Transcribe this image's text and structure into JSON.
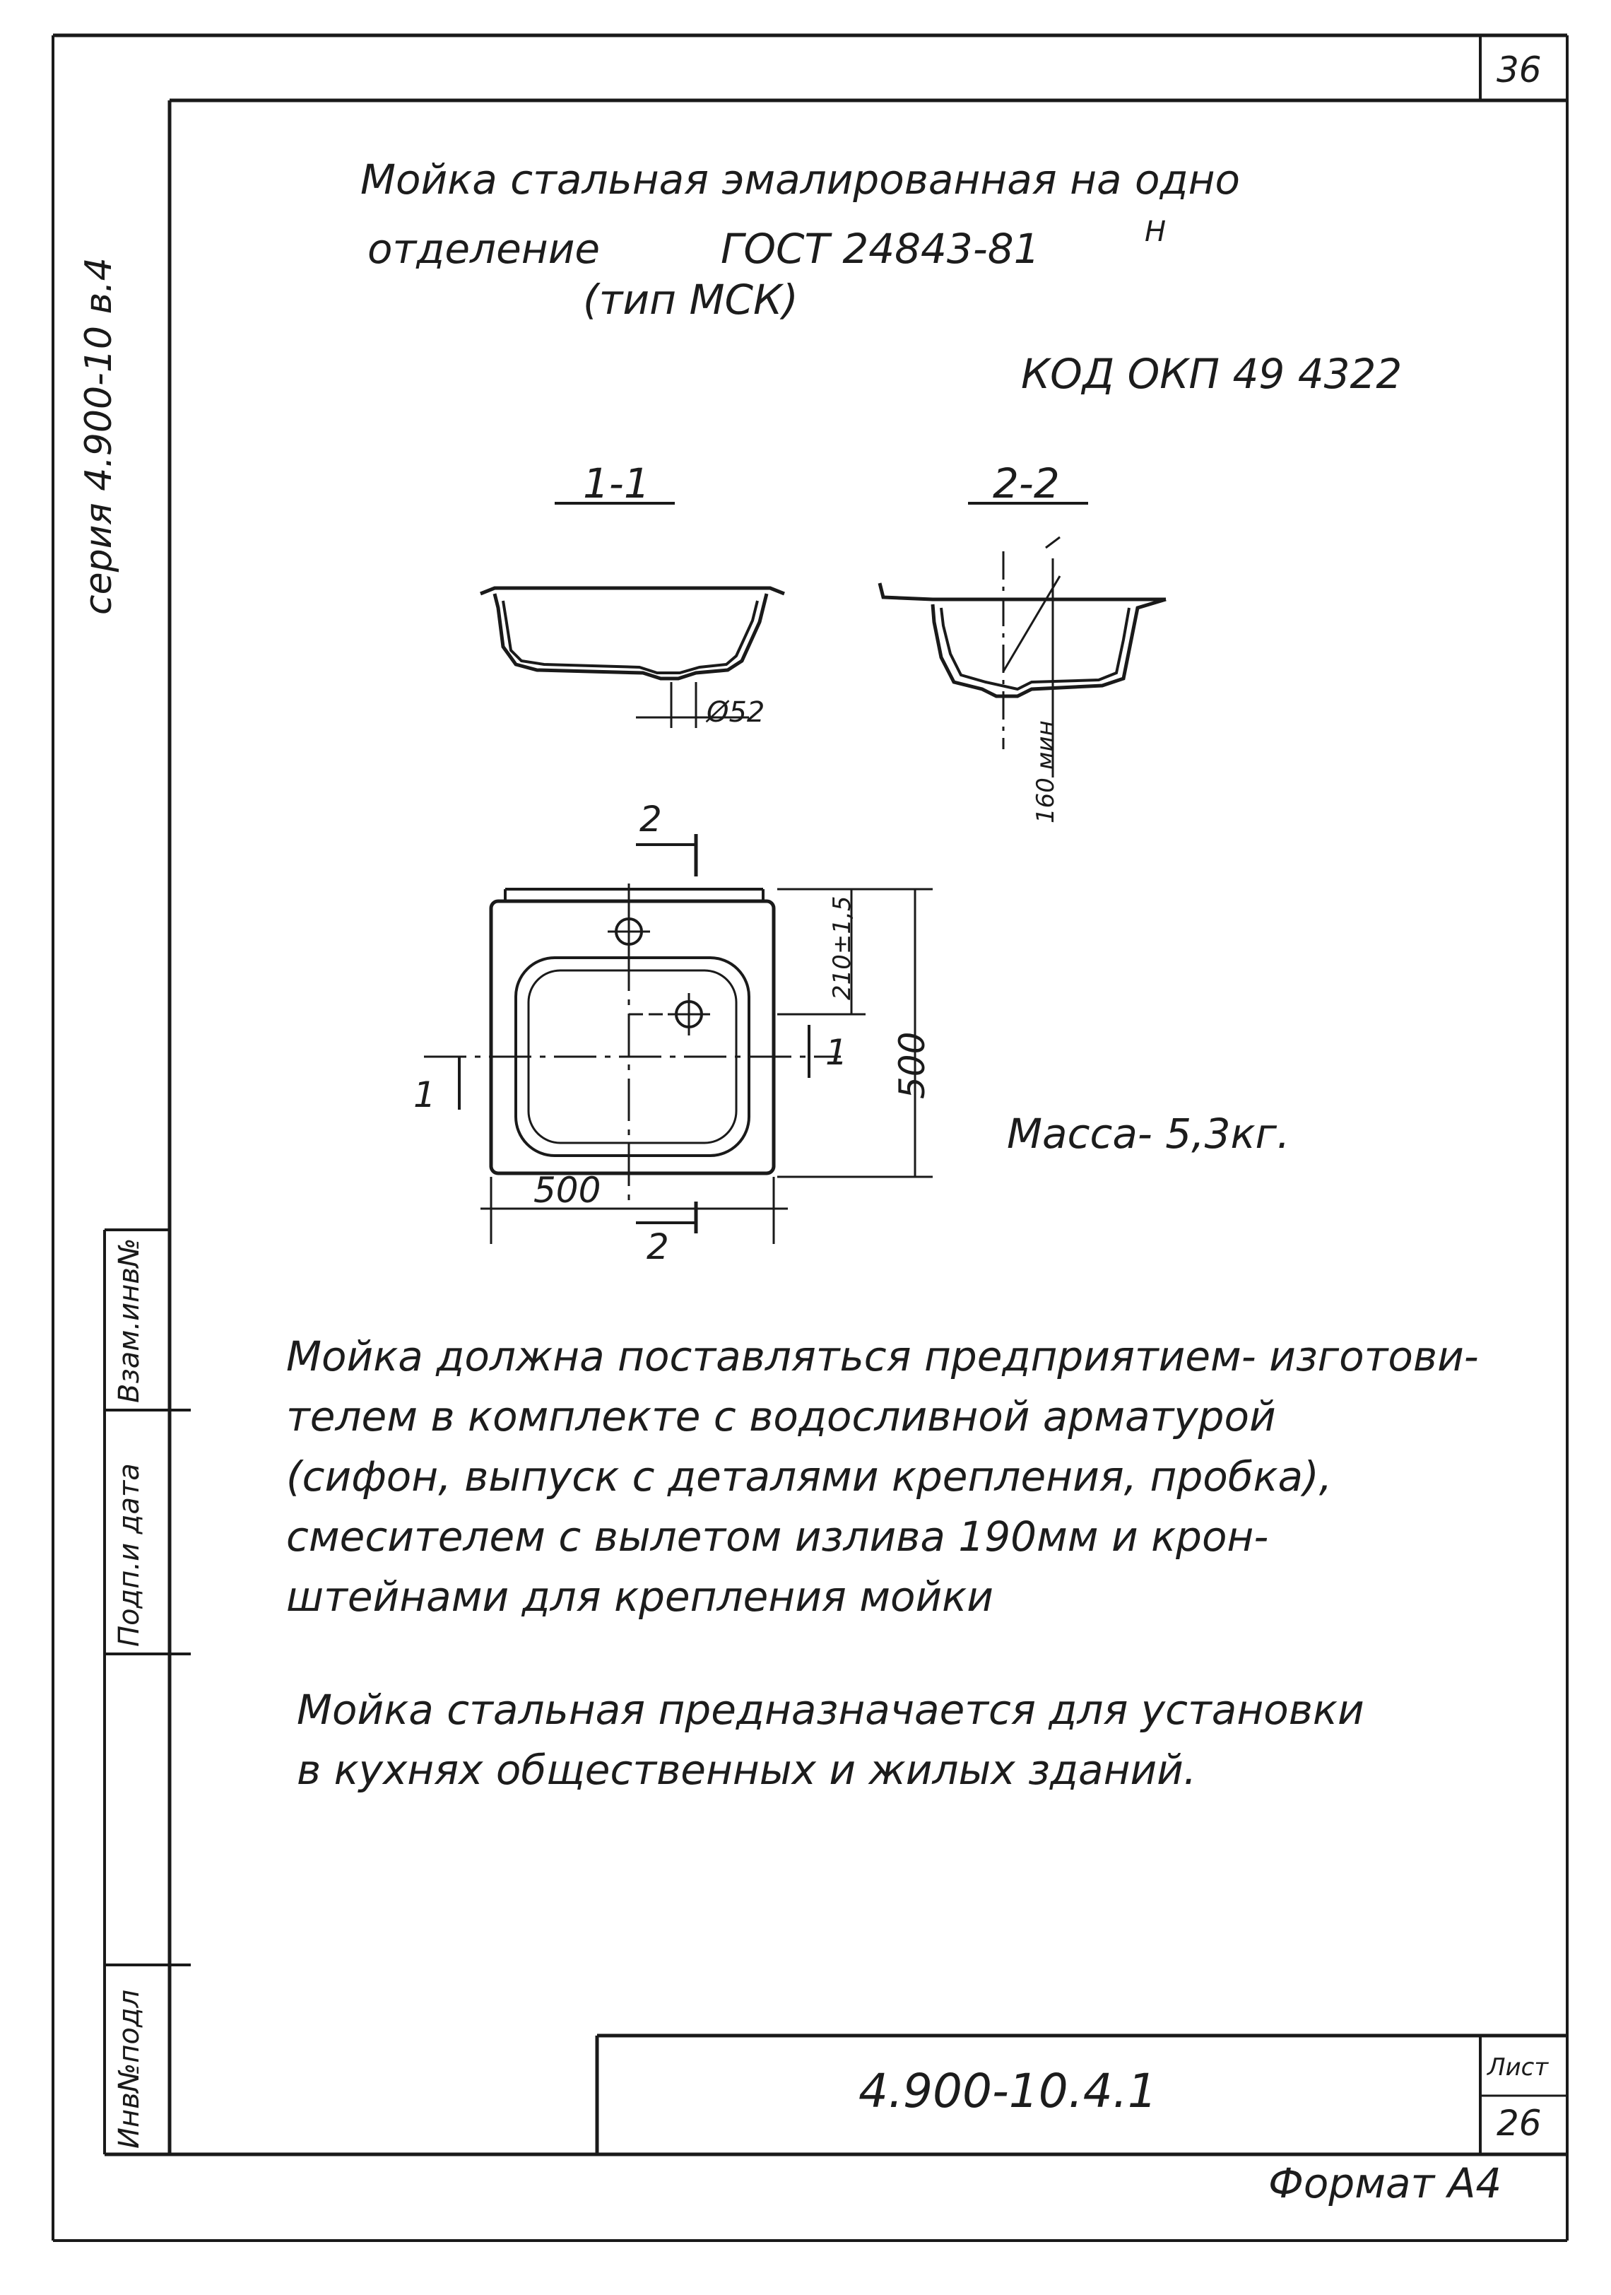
{
  "sheet_number_top": "36",
  "series_label": "серия 4.900-10  в.4",
  "title": {
    "line1": "Мойка стальная эмалированная на одно",
    "line2_a": "отделение",
    "line2_b": "ГОСТ 24843-81",
    "line2_mark": "Н",
    "line3": "(тип МСК)"
  },
  "okp_code": "КОД ОКП 49 4322",
  "sections": {
    "s1": "1-1",
    "s2": "2-2"
  },
  "cut_labels": {
    "top2": "2",
    "bottom2": "2",
    "left1": "1",
    "right1": "1"
  },
  "dimensions": {
    "outlet": "Ø52",
    "height_160": "160 мин",
    "offset_210": "210±1,5",
    "width_500": "500",
    "height_500": "500"
  },
  "mass": "Масса- 5,3кг.",
  "paragraph1": [
    "Мойка должна поставляться предприятием- изготови-",
    "телем в комплекте с водосливной арматурой",
    "(сифон, выпуск с деталями крепления, пробка),",
    "смесителем с вылетом излива 190мм и крон-",
    "штейнами для крепления мойки"
  ],
  "paragraph2": [
    "Мойка стальная предназначается для установки",
    "в кухнях общественных и жилых зданий."
  ],
  "side_stamp": {
    "inv_podl": "Инв№подл",
    "podp_data": "Подп.и дата",
    "vzam_inv": "Взам.инв№"
  },
  "title_block": {
    "doc_code": "4.900-10.4.1",
    "sheet_label": "Лист",
    "sheet_value": "26"
  },
  "format": "Формат А4"
}
